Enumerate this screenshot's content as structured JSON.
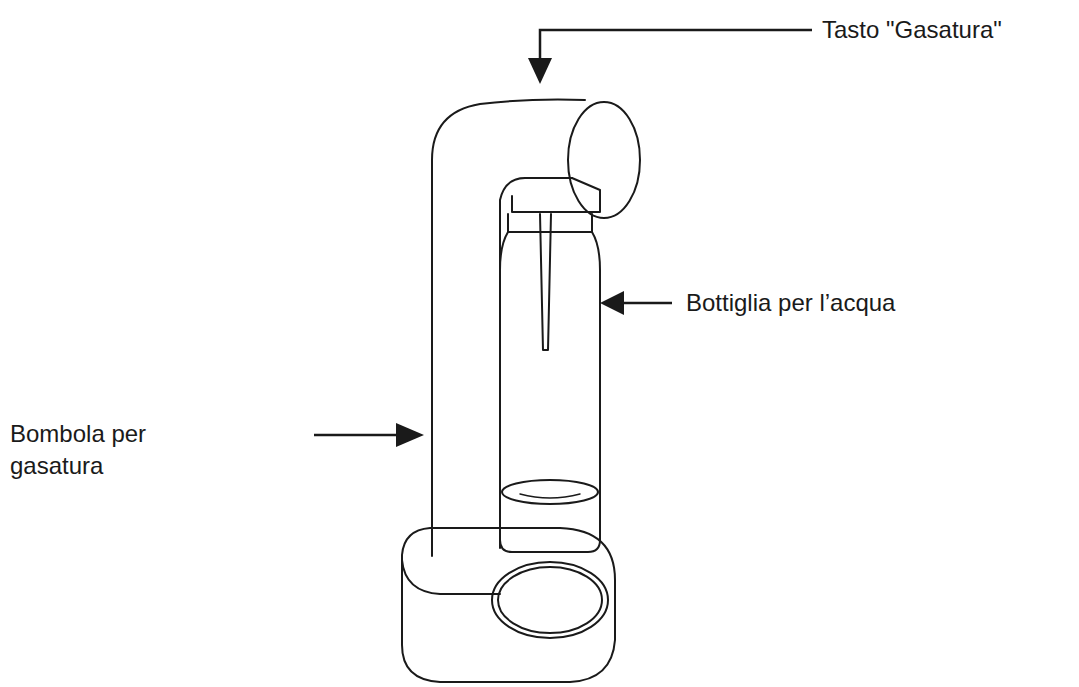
{
  "diagram": {
    "labels": [
      "Tasto \"Gasatura\"",
      "Bottiglia per l’acqua",
      "Bombola per gasatura"
    ]
  }
}
